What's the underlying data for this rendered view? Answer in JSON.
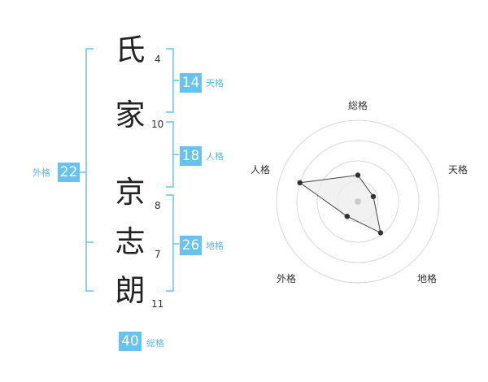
{
  "name": {
    "chars": [
      {
        "char": "氏",
        "strokes": "4"
      },
      {
        "char": "家",
        "strokes": "10"
      },
      {
        "char": "京",
        "strokes": "8"
      },
      {
        "char": "志",
        "strokes": "7"
      },
      {
        "char": "朗",
        "strokes": "11"
      }
    ]
  },
  "fortune": {
    "tenkaku": {
      "value": "14",
      "label": "天格"
    },
    "jinkaku": {
      "value": "18",
      "label": "人格"
    },
    "chikaku": {
      "value": "26",
      "label": "地格"
    },
    "gaikaku": {
      "value": "22",
      "label": "外格"
    },
    "soukaku": {
      "value": "40",
      "label": "総格"
    }
  },
  "radar": {
    "axes": [
      "総格",
      "天格",
      "地格",
      "外格",
      "人格"
    ],
    "levels": 4,
    "values": [
      1.3,
      0.8,
      1.9,
      0.9,
      3.0
    ]
  },
  "colors": {
    "accent": "#66c2ee",
    "bracket": "#66c2ee",
    "text": "#222222",
    "grid": "#d8d8d8",
    "radar_fill": "#ececec"
  }
}
